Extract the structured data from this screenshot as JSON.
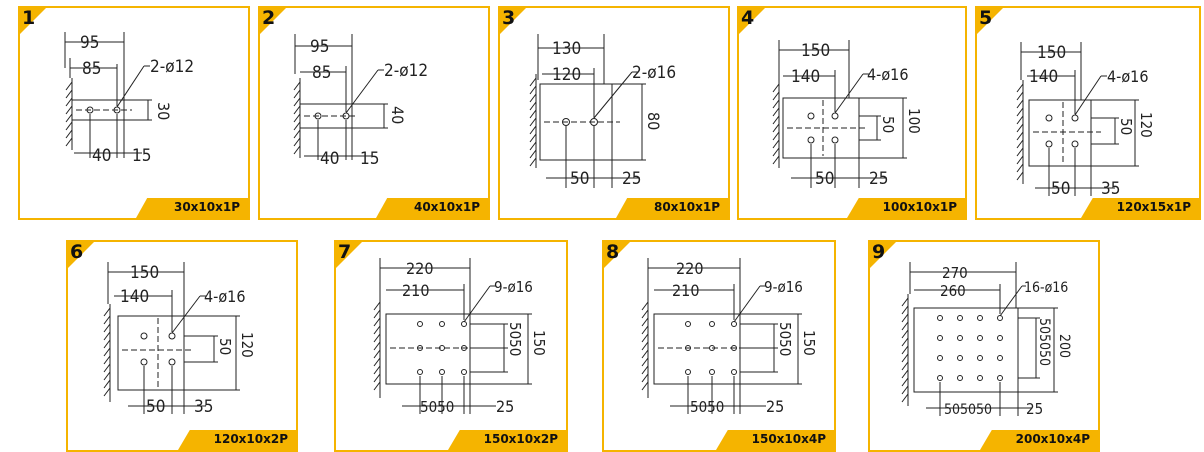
{
  "panels": [
    {
      "num": "1",
      "label": "30x10x1P",
      "dims": {
        "outer": "95",
        "inner": "85",
        "holes": "2-ø12",
        "vert": "30",
        "spacing": "40",
        "edge": "15"
      }
    },
    {
      "num": "2",
      "label": "40x10x1P",
      "dims": {
        "outer": "95",
        "inner": "85",
        "holes": "2-ø12",
        "vert": "40",
        "spacing": "40",
        "edge": "15"
      }
    },
    {
      "num": "3",
      "label": "80x10x1P",
      "dims": {
        "outer": "130",
        "inner": "120",
        "holes": "2-ø16",
        "vert": "80",
        "spacing": "50",
        "edge": "25"
      }
    },
    {
      "num": "4",
      "label": "100x10x1P",
      "dims": {
        "outer": "150",
        "inner": "140",
        "holes": "4-ø16",
        "vert_inner": "50",
        "vert": "100",
        "spacing": "50",
        "edge": "25"
      }
    },
    {
      "num": "5",
      "label": "120x15x1P",
      "dims": {
        "outer": "150",
        "inner": "140",
        "holes": "4-ø16",
        "vert_inner": "50",
        "vert": "120",
        "spacing": "50",
        "edge": "35"
      }
    },
    {
      "num": "6",
      "label": "120x10x2P",
      "dims": {
        "outer": "150",
        "inner": "140",
        "holes": "4-ø16",
        "vert_inner": "50",
        "vert": "120",
        "spacing": "50",
        "edge": "35"
      }
    },
    {
      "num": "7",
      "label": "150x10x2P",
      "dims": {
        "outer": "220",
        "inner": "210",
        "holes": "9-ø16",
        "vert_inner": "5050",
        "vert": "150",
        "spacing": "5050",
        "edge": "25"
      }
    },
    {
      "num": "8",
      "label": "150x10x4P",
      "dims": {
        "outer": "220",
        "inner": "210",
        "holes": "9-ø16",
        "vert_inner": "5050",
        "vert": "150",
        "spacing": "5050",
        "edge": "25"
      }
    },
    {
      "num": "9",
      "label": "200x10x4P",
      "dims": {
        "outer": "270",
        "inner": "260",
        "holes": "16-ø16",
        "vert_inner": "505050",
        "vert": "200",
        "spacing": "505050",
        "edge": "25"
      }
    }
  ],
  "colors": {
    "accent": "#f5b400",
    "line": "#222222"
  }
}
